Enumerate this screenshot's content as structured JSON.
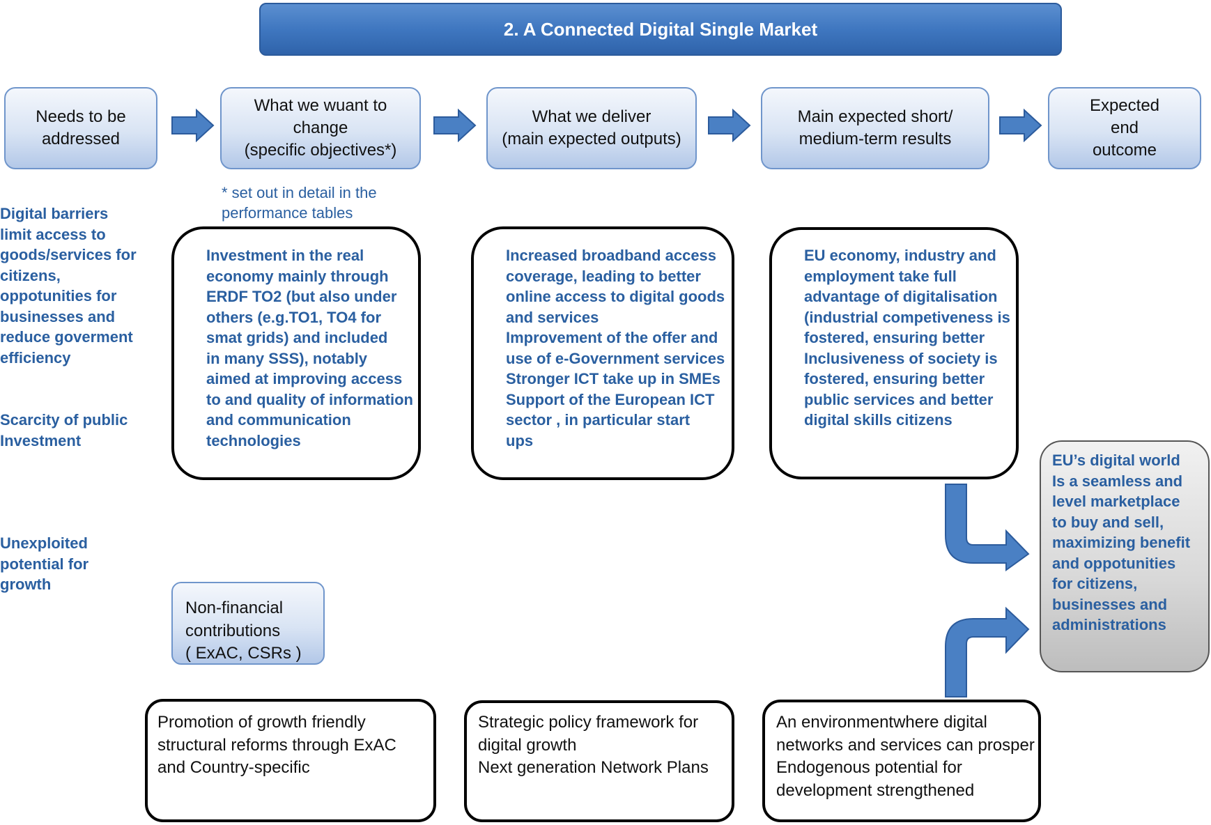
{
  "title": "2.  A Connected Digital Single Market",
  "headers": [
    "Needs to be\naddressed",
    "What we wuant to\nchange\n(specific  objectives*)",
    "What we deliver\n(main expected outputs)",
    "Main expected short/\nmedium-term  results",
    "Expected\nend\noutcome"
  ],
  "footnote": "* set out in detail in the\nperformance tables",
  "needs": [
    "Digital barriers\nlimit access to\ngoods/services for\ncitizens,\noppotunities for\nbusinesses and\nreduce goverment\nefficiency",
    "Scarcity of public\nInvestment",
    "Unexploited\npotential for\ngrowth"
  ],
  "objectives_text": "Investment  in the real\neconomy mainly through\nERDF TO2 (but also under\nothers (e.g.TO1, TO4 for\nsmat grids) and included\nin many SSS), notably\naimed at improving access\nto and quality of information\nand communication\ntechnologies",
  "outputs_text": "Increased broadband access\ncoverage, leading to better\nonline access to digital goods\nand services\nImprovement of the offer and\nuse of e-Government services\nStronger ICT take up in SMEs\nSupport of the European ICT\nsector , in particular start\nups",
  "results_text": "EU economy, industry  and\nemployment take full\nadvantage of digitalisation\n(industrial competiveness is\nfostered, ensuring better\nInclusiveness of society is\nfostered, ensuring better\npublic services and better\ndigital skills citizens",
  "outcome_text": "EU’s digital world\nIs a seamless  and\nlevel marketplace\nto buy and sell,\nmaximizing benefit\nand oppotunities\nfor citizens,\nbusinesses and\nadministrations",
  "nonfinancial": "Non-financial\ncontributions\n( ExAC, CSRs )",
  "bottom": [
    " Promotion of growth friendly\nstructural reforms through ExAC\nand Country-specific",
    "Strategic policy framework for\ndigital growth\nNext generation Network  Plans",
    "An environmentwhere digital\nnetworks and services can prosper\nEndogenous potential for\ndevelopment strengthened"
  ],
  "colors": {
    "title_fill": "#3f77c0",
    "header_fill": "#d9e4f4",
    "blue_text": "#2a5fa0",
    "arrow_fill": "#4a80c4",
    "arrow_stroke": "#2c5b9c"
  }
}
